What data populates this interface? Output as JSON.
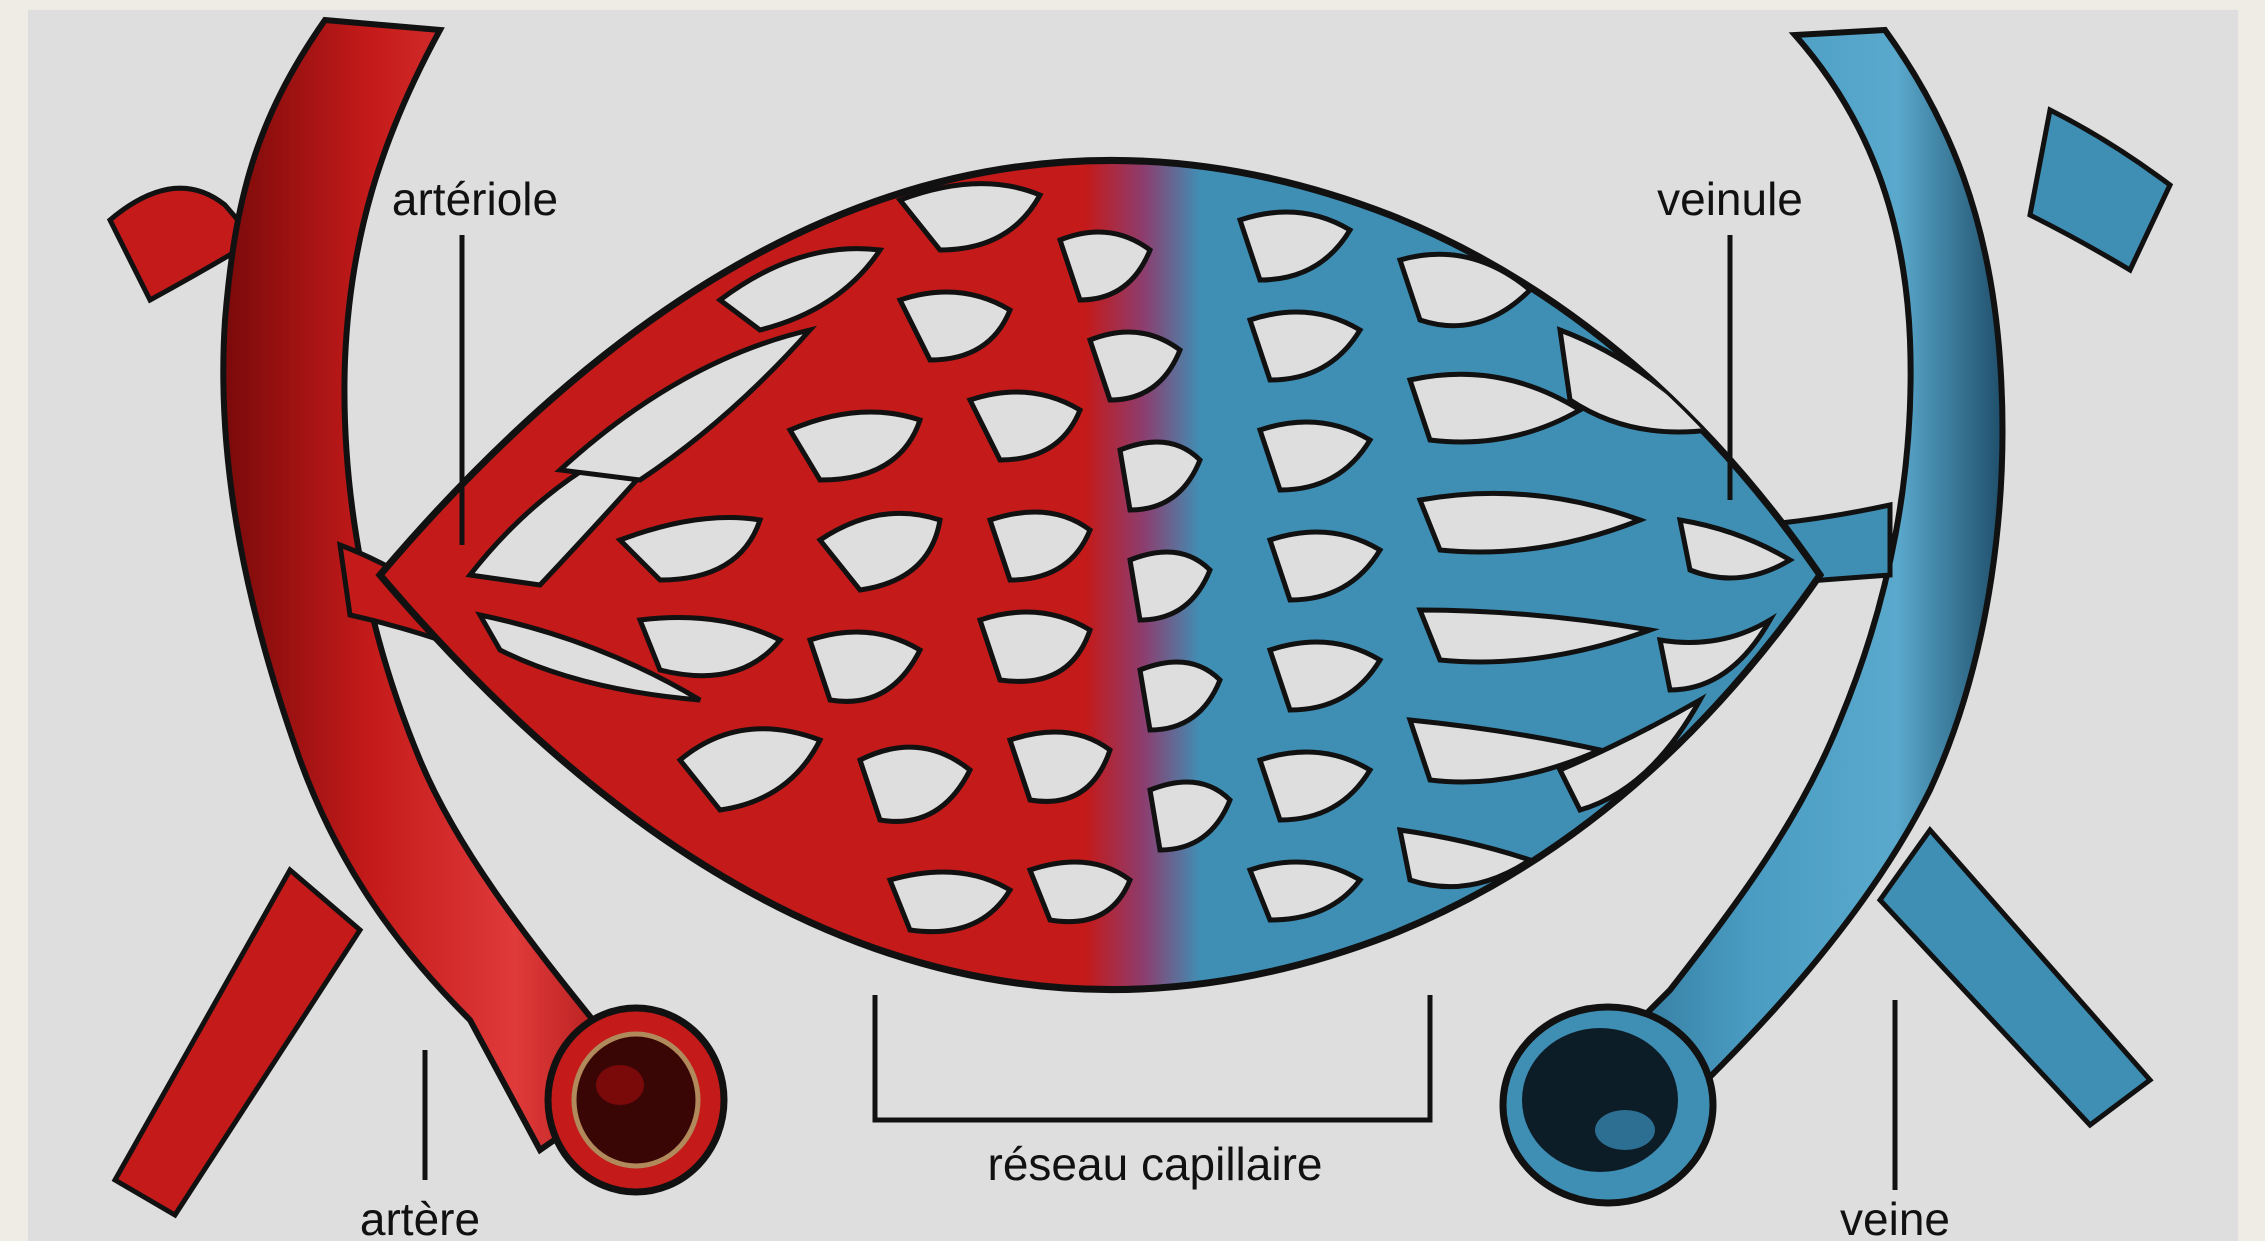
{
  "labels": {
    "arteriole": "artériole",
    "venule": "veinule",
    "artery": "artère",
    "vein": "veine",
    "capillary_network": "réseau capillaire"
  },
  "colors": {
    "page_border": "#efece6",
    "panel_background": "#dedede",
    "arterial_red": "#c41a1a",
    "arterial_dark": "#7a0a0a",
    "venous_blue": "#3f8fb5",
    "venous_dark": "#1f4f6b",
    "outline": "#111111",
    "mixing_purple": "#8d3d6e"
  },
  "icons": {
    "arteriole_vessel": "red-vessel-icon",
    "venule_vessel": "blue-vessel-icon",
    "artery_lumen": "artery-lumen-icon",
    "vein_lumen": "vein-lumen-icon"
  }
}
